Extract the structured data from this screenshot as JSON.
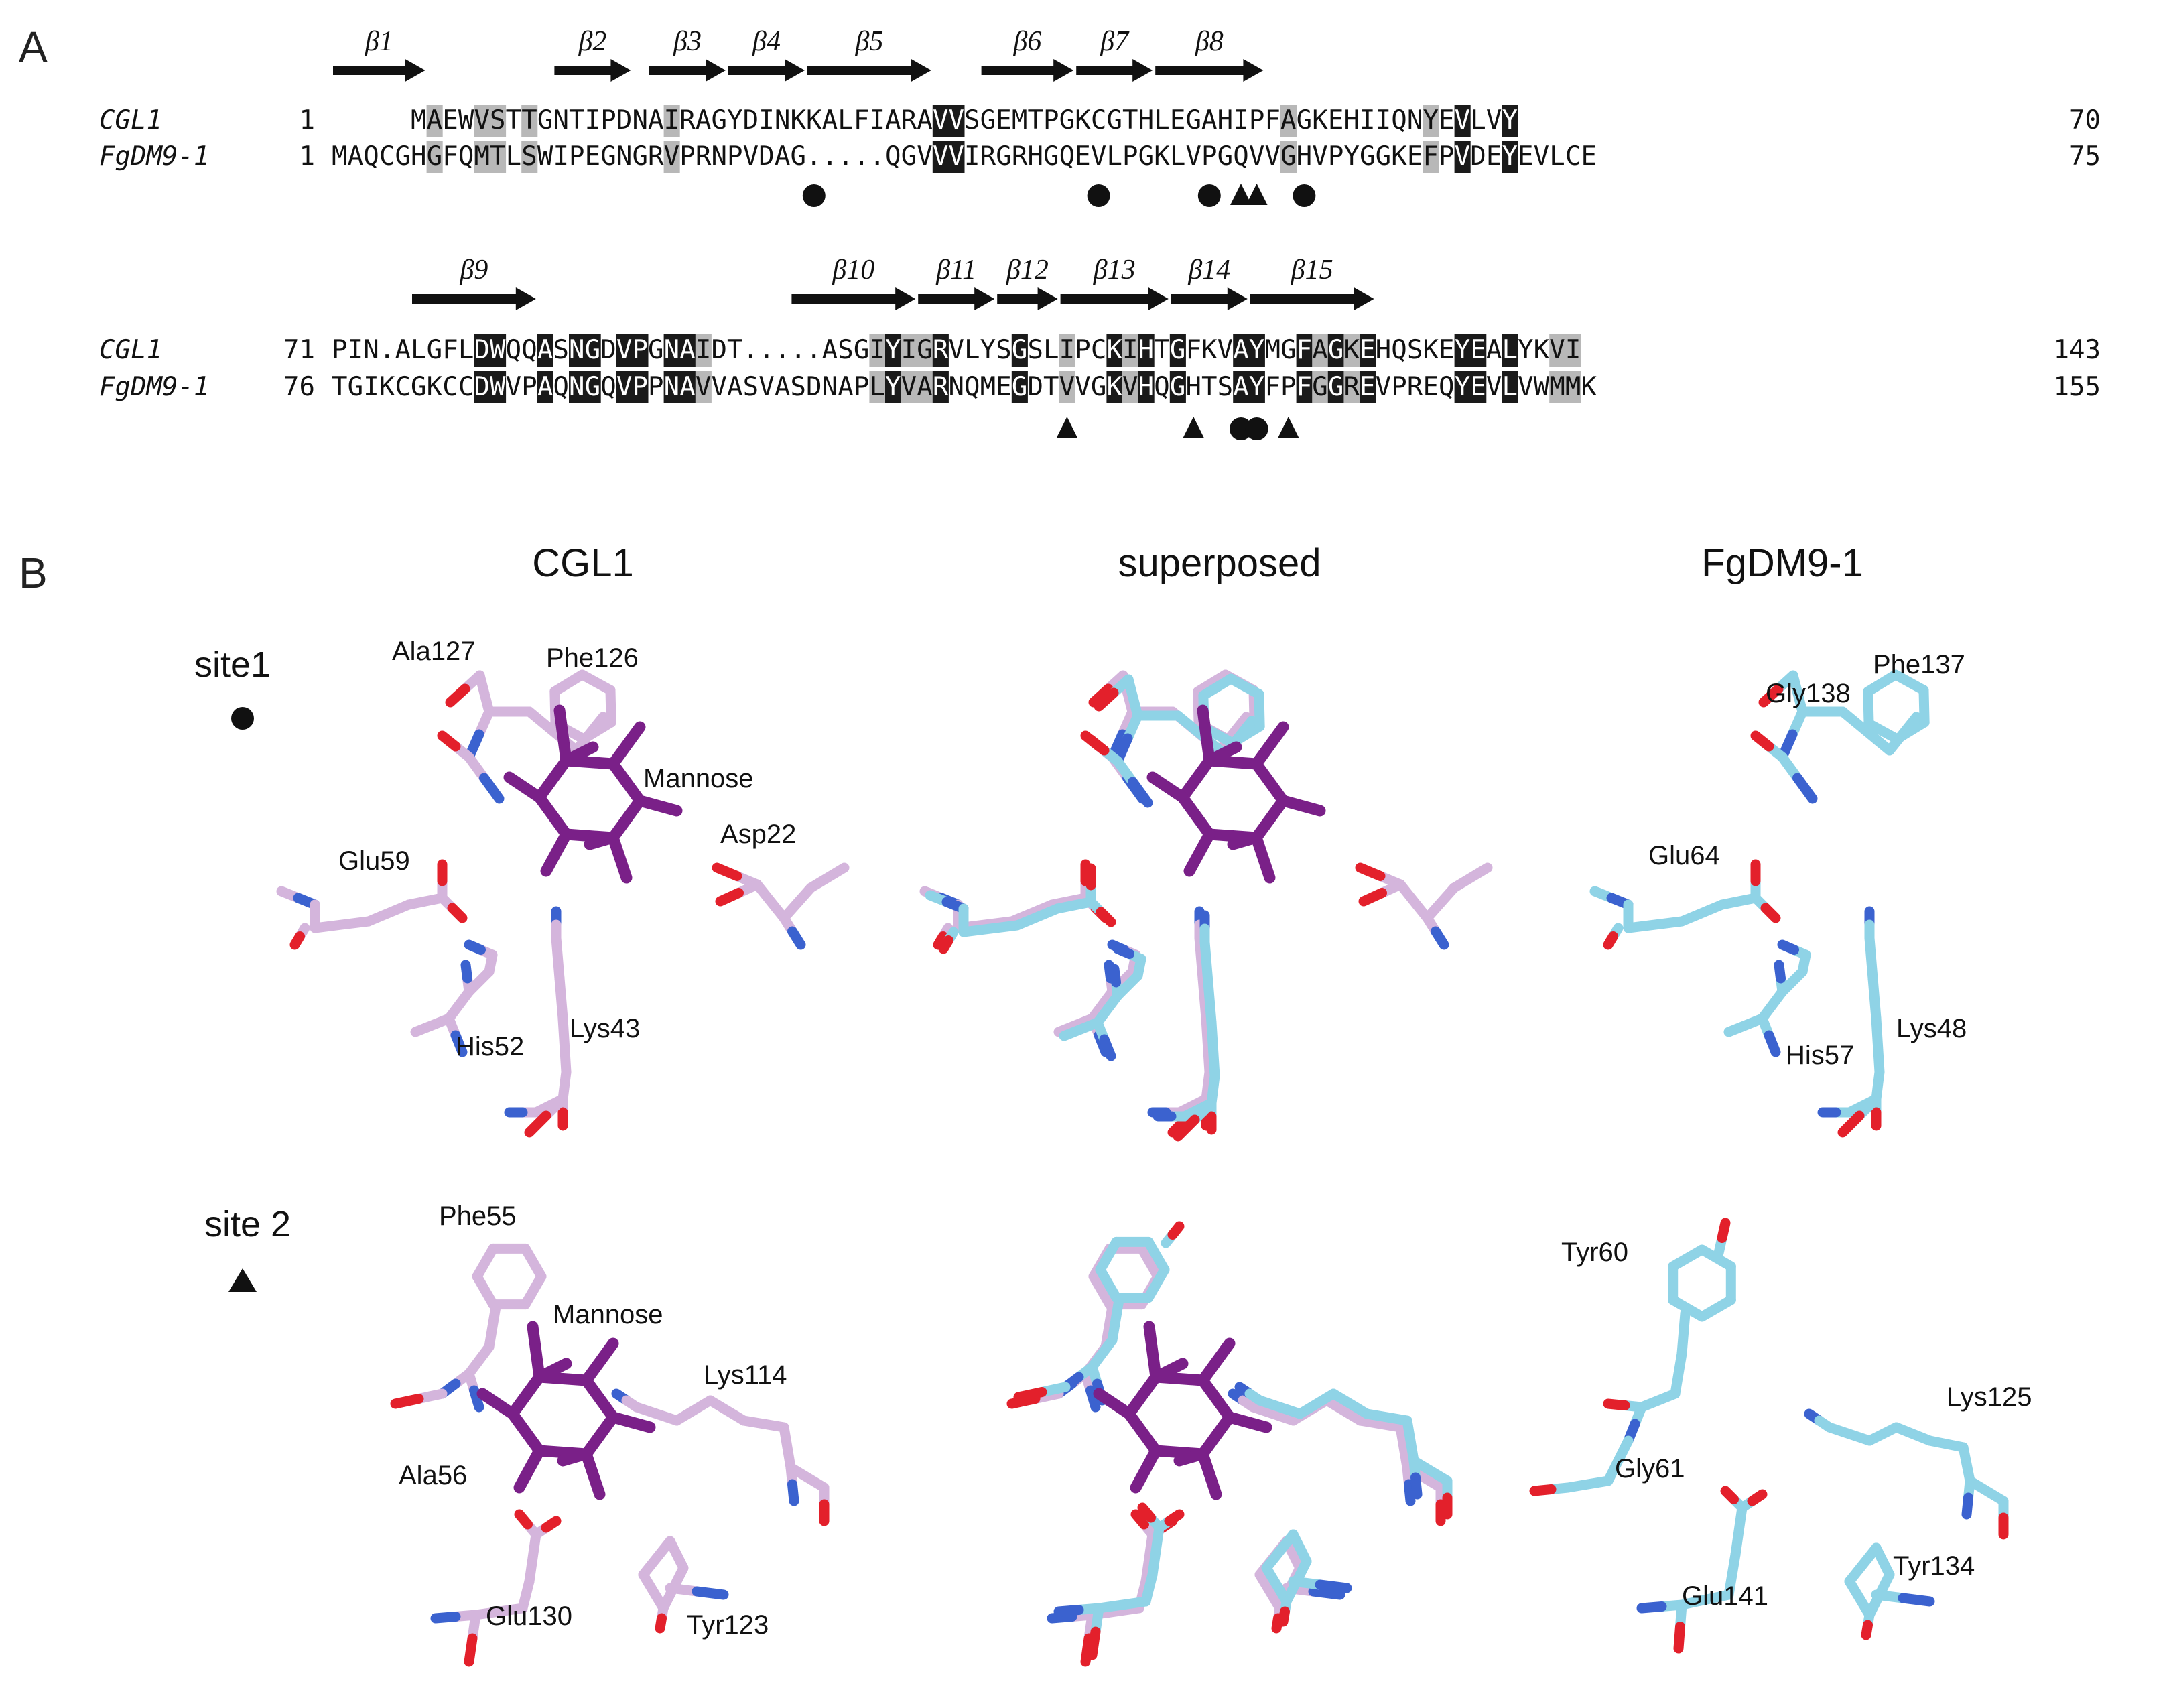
{
  "panels": {
    "a": "A",
    "b": "B"
  },
  "alignment": {
    "blocks": [
      {
        "strands": [
          {
            "label": "β1",
            "start": 0,
            "end": 6
          },
          {
            "label": "β2",
            "start": 14,
            "end": 19
          },
          {
            "label": "β3",
            "start": 20,
            "end": 25
          },
          {
            "label": "β4",
            "start": 25,
            "end": 30
          },
          {
            "label": "β5",
            "start": 30,
            "end": 38
          },
          {
            "label": "β6",
            "start": 41,
            "end": 47
          },
          {
            "label": "β7",
            "start": 47,
            "end": 52
          },
          {
            "label": "β8",
            "start": 52,
            "end": 59
          }
        ],
        "rows": [
          {
            "name": "CGL1",
            "start": "1",
            "end": "70",
            "seq": "     MAEWVSTTGNTIPDNAIRAGYDINKKALFIARAVVSGEMTPGKCGTHLEGAHIPFAGKEHIIQNYEVLVY"
          },
          {
            "name": "FgDM9-1",
            "start": "1",
            "end": "75",
            "seq": "MAQCGHGFQMTLSWIPEGNGRVPRNPVDAG.....QGVVVIRGRHGQEVLPGKLVPGQVVGHVPYGGKEFPVDEYEVLCE"
          }
        ],
        "markers": [
          {
            "col": 30,
            "shape": "circle"
          },
          {
            "col": 48,
            "shape": "circle"
          },
          {
            "col": 55,
            "shape": "circle"
          },
          {
            "col": 57,
            "shape": "triangle"
          },
          {
            "col": 58,
            "shape": "triangle"
          },
          {
            "col": 61,
            "shape": "circle"
          }
        ]
      },
      {
        "strands": [
          {
            "label": "β9",
            "start": 5,
            "end": 13
          },
          {
            "label": "β10",
            "start": 29,
            "end": 37
          },
          {
            "label": "β11",
            "start": 37,
            "end": 42
          },
          {
            "label": "β12",
            "start": 42,
            "end": 46
          },
          {
            "label": "β13",
            "start": 46,
            "end": 53
          },
          {
            "label": "β14",
            "start": 53,
            "end": 58
          },
          {
            "label": "β15",
            "start": 58,
            "end": 66
          }
        ],
        "rows": [
          {
            "name": "CGL1",
            "start": "71",
            "end": "143",
            "seq": "PIN.ALGFLDWQQASNGDVPGNAIDT.....ASGIYIGRVLYSGSLIPCKIHTGFKVAYMGFAGKEHQSKEYEALYKVI"
          },
          {
            "name": "FgDM9-1",
            "start": "76",
            "end": "155",
            "seq": "TGIKCGKCCDWVPAQNGQVPPNAVVASVASDNAPLYVARNQMEGDTVVGKVHQGHTSAYFPFGGREVPREQYEVLVWMMK"
          }
        ],
        "markers": [
          {
            "col": 46,
            "shape": "triangle"
          },
          {
            "col": 54,
            "shape": "triangle"
          },
          {
            "col": 57,
            "shape": "circle"
          },
          {
            "col": 58,
            "shape": "circle"
          },
          {
            "col": 60,
            "shape": "triangle"
          }
        ]
      }
    ]
  },
  "structures": {
    "columns": [
      "CGL1",
      "superposed",
      "FgDM9-1"
    ],
    "site1": {
      "label": "site1",
      "symbol": "circle",
      "cgl1": [
        "Ala127",
        "Phe126",
        "Mannose",
        "Asp22",
        "Glu59",
        "His52",
        "Lys43"
      ],
      "fgdm9": [
        "Gly138",
        "Phe137",
        "Glu64",
        "His57",
        "Lys48"
      ]
    },
    "site2": {
      "label": "site 2",
      "symbol": "triangle",
      "cgl1": [
        "Phe55",
        "Mannose",
        "Lys114",
        "Ala56",
        "Glu130",
        "Tyr123"
      ],
      "fgdm9": [
        "Tyr60",
        "Lys125",
        "Gly61",
        "Glu141",
        "Tyr134"
      ]
    }
  },
  "colors": {
    "cgl1": "#d4b5dc",
    "fgdm9": "#8fd3e6",
    "mannose": "#7a2088",
    "oxygen": "#e3202b",
    "nitrogen": "#3b62cf",
    "identical": "#1a1a1a",
    "similar": "#b8b8b8"
  }
}
